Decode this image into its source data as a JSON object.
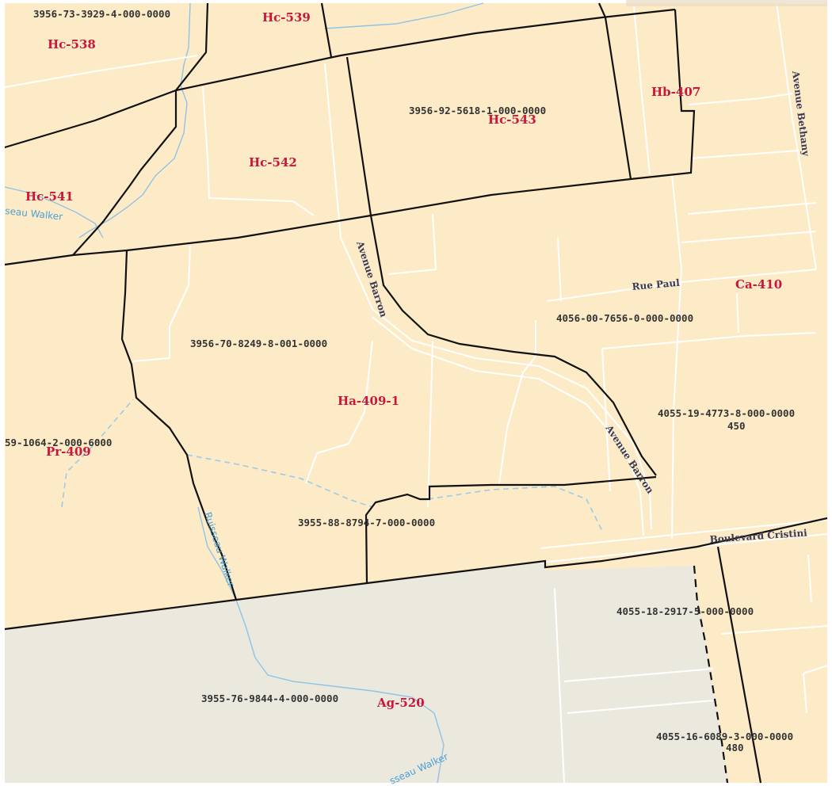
{
  "colors": {
    "land": "#fdebc7",
    "agricultural": "#ebe9dd",
    "road": "#ffffff",
    "boundary": "#111111",
    "stream": "#8fc3e6",
    "zone_label": "#c8173a",
    "lot_label": "#333333",
    "street_label": "#3a3a55",
    "water_label": "#4a9fd4"
  },
  "zones": {
    "hc538": "Hc-538",
    "hc539": "Hc-539",
    "hc541": "Hc-541",
    "hc542": "Hc-542",
    "hc543": "Hc-543",
    "hb407": "Hb-407",
    "ca410": "Ca-410",
    "ha409_1": "Ha-409-1",
    "pr409": "Pr-409",
    "ag520": "Ag-520"
  },
  "lots": {
    "lot_3956_73": "3956-73-3929-4-000-0000",
    "lot_3956_92": "3956-92-5618-1-000-0000",
    "lot_4056_00": "4056-00-7656-0-000-0000",
    "lot_3956_70": "3956-70-8249-8-001-0000",
    "lot_4055_19": "4055-19-4773-8-000-0000",
    "lot_4055_19_civic": "450",
    "lot_left_partial": "59-1064-2-000-6000",
    "lot_3955_88": "3955-88-8794-7-000-0000",
    "lot_4055_18": "4055-18-2917-5-000-0000",
    "lot_3955_76": "3955-76-9844-4-000-0000",
    "lot_4055_16": "4055-16-6089-3-000-0000",
    "lot_4055_16_civic": "480"
  },
  "streets": {
    "avenue_bethany": "Avenue Bethany",
    "avenue_barron_north": "Avenue Barron",
    "avenue_barron_south": "Avenue Barron",
    "rue_paul": "Rue Paul",
    "boulevard_cristini": "Boulevard Cristini"
  },
  "waterways": {
    "ruisseau_walker_west": "seau Walker",
    "ruisseau_walker_center": "Ruisseau Walker",
    "ruisseau_walker_south": "sseau Walker"
  }
}
